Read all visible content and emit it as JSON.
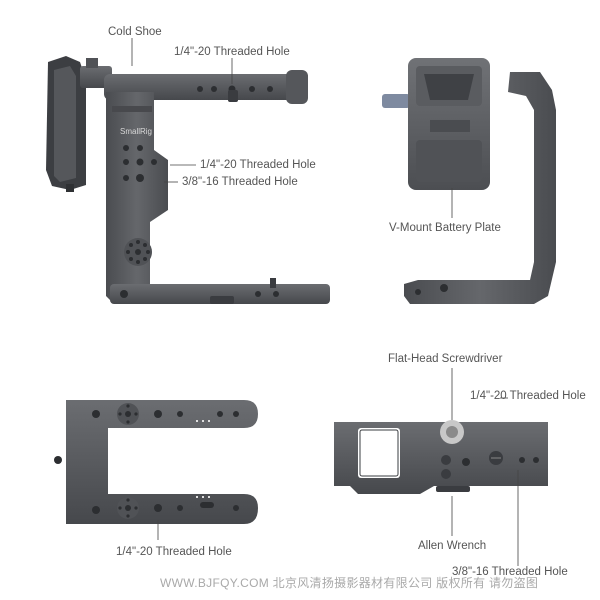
{
  "callouts": {
    "cold_shoe": "Cold Shoe",
    "top_threaded_hole": "1/4\"-20 Threaded Hole",
    "side_quarter_hole": "1/4\"-20 Threaded Hole",
    "side_3_8_hole": "3/8\"-16 Threaded Hole",
    "vmount_plate": "V-Mount Battery Plate",
    "flat_head_screwdriver": "Flat-Head Screwdriver",
    "bottom_right_quarter_hole": "1/4\"-20 Threaded Hole",
    "bottom_left_quarter_hole": "1/4\"-20 Threaded Hole",
    "allen_wrench": "Allen Wrench",
    "bottom_right_3_8_hole": "3/8\"-16 Threaded Hole"
  },
  "brand_mark": "SmallRig",
  "watermark": "WWW.BJFQY.COM 北京风清扬摄影器材有限公司 版权所有 请勿盗图",
  "colors": {
    "metal": "#5a5c60",
    "metal_dark": "#3e4044",
    "metal_light": "#7a7c80",
    "leader": "#444444"
  }
}
